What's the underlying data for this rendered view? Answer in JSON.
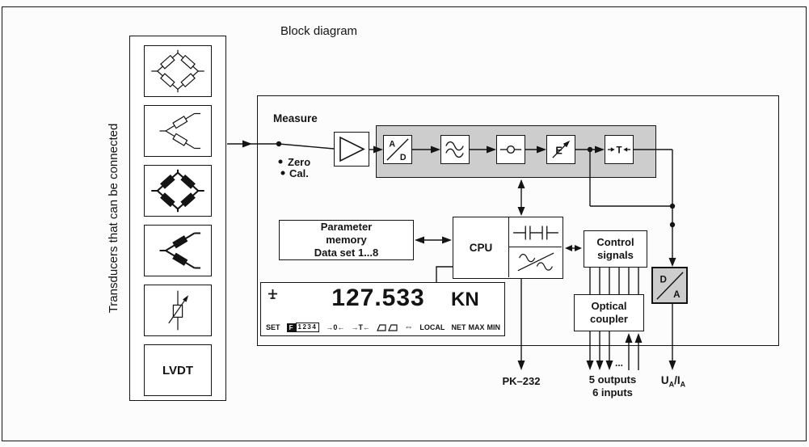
{
  "title": "Block diagram",
  "transducers": {
    "caption": "Transducers that can be connected",
    "lvdt_label": "LVDT"
  },
  "switch_area": {
    "measure": "Measure",
    "zero": "Zero",
    "cal": "Cal."
  },
  "chain": {
    "ad_a": "A",
    "ad_d": "D",
    "e_label": "E",
    "t_label": "T"
  },
  "parameter_memory": "Parameter\nmemory\nData set 1...8",
  "cpu_label": "CPU",
  "display": {
    "value": "127.533",
    "unit": "KN",
    "set": "SET",
    "f": "F",
    "digits": "1234",
    "zero_ind": "→0←",
    "tare_ind": "→T←",
    "swap_ind": "⇔",
    "local": "LOCAL",
    "net": "NET",
    "max": "MAX",
    "min": "MIN"
  },
  "control_signals": "Control\nsignals",
  "optical_coupler": "Optical\ncoupler",
  "da": {
    "d": "D",
    "a": "A"
  },
  "bottom": {
    "pk232": "PK–232",
    "outputs": "5 outputs",
    "inputs": "6 inputs",
    "ellipsis": "...",
    "u": "U",
    "u_sub": "A",
    "i": "/I",
    "i_sub": "A"
  }
}
